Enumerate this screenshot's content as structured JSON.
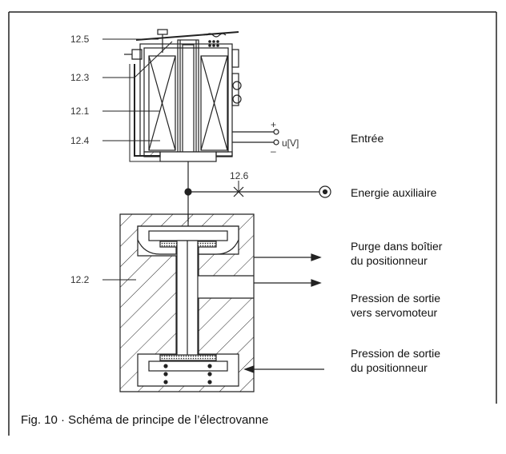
{
  "diagram": {
    "part_labels": {
      "p12_5": "12.5",
      "p12_3": "12.3",
      "p12_1": "12.1",
      "p12_4": "12.4",
      "p12_6": "12.6",
      "p12_2": "12.2"
    },
    "signal": {
      "plus": "+",
      "minus": "–",
      "voltage": "u[V]"
    },
    "annotations": {
      "entree": "Entrée",
      "energie": "Energie auxiliaire",
      "purge_line1": "Purge dans boîtier",
      "purge_line2": "du positionneur",
      "sortie_servo_line1": "Pression de sortie",
      "sortie_servo_line2": "vers servomoteur",
      "sortie_pos_line1": "Pression de sortie",
      "sortie_pos_line2": "du positionneur"
    },
    "caption": "Fig. 10 · Schéma de principe de l’électrovanne"
  }
}
